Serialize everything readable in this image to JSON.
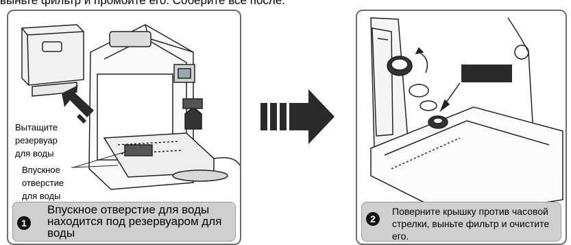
{
  "header": {
    "text": "выньте фильтр и промойте его. Соберите все после."
  },
  "step1": {
    "number": "1",
    "label_tank": "Вытащите\nрезервуар\nдля воды",
    "label_inlet": "Впускное\nотверстие\nдля воды",
    "caption": "Впускное отверстие для воды находится  под резервуаром для воды"
  },
  "step2": {
    "number": "2",
    "caption": "Поверните крышку против часовой стрелки, выньте фильтр и очистите его."
  },
  "colors": {
    "panel_border": "#6d6d6d",
    "caption_bg": "#cfcfcf",
    "arrow": "#2a2a2a"
  }
}
